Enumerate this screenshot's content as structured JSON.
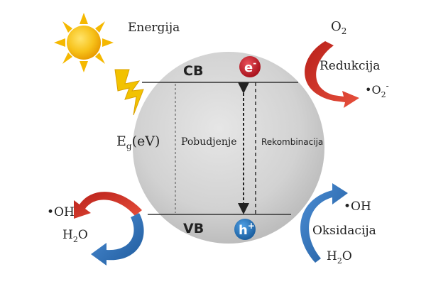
{
  "energy_label": "Energija",
  "cb_label": "CB",
  "vb_label": "VB",
  "electron": {
    "base": "e",
    "sup": "-"
  },
  "hole": {
    "base": "h",
    "sup": "+"
  },
  "bandgap": {
    "base": "E",
    "sub": "g",
    "rest": "(eV)"
  },
  "excitation_label": "Pobudjenje",
  "recombination_label": "Rekombinacija",
  "reduction": {
    "label": "Redukcija",
    "reactant": {
      "base": "O",
      "sub": "2"
    },
    "product": {
      "prefix": "•O",
      "sub": "2",
      "sup": "-"
    }
  },
  "left_reaction": {
    "product": "•OH",
    "reactant": {
      "base": "H",
      "sub": "2",
      "rest": "O"
    }
  },
  "oxidation": {
    "label": "Oksidacija",
    "product": "•OH",
    "reactant": {
      "base": "H",
      "sub": "2",
      "rest": "O"
    }
  },
  "colors": {
    "sun": "#F5B800",
    "lightning": "#F2C200",
    "electron": "#C8202A",
    "hole": "#2979C2",
    "red_arrow": "#D93A2C",
    "blue_arrow": "#2F6FB5",
    "sphere": "#D3D3D3"
  }
}
